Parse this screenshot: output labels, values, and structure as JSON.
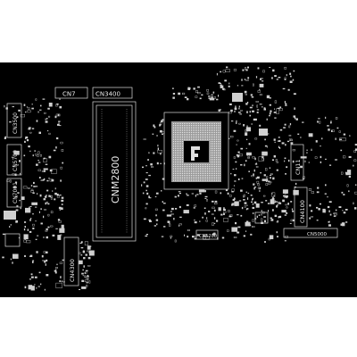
{
  "colors": {
    "board_background": "#000000",
    "silkscreen": "#e0e0e0",
    "page_background": "#ffffff"
  },
  "connectors": {
    "cn7": "CN7",
    "cn3400": "CN3400",
    "cn3500": "CN3500",
    "cn5700": "CN5700",
    "cn7001": "CN7001",
    "cn2800": "CNM2800",
    "cn4300": "CN4300",
    "cn11": "CN11",
    "cn4100": "CN4100",
    "cn5000": "CN5000",
    "cn5200": "CN5200"
  }
}
